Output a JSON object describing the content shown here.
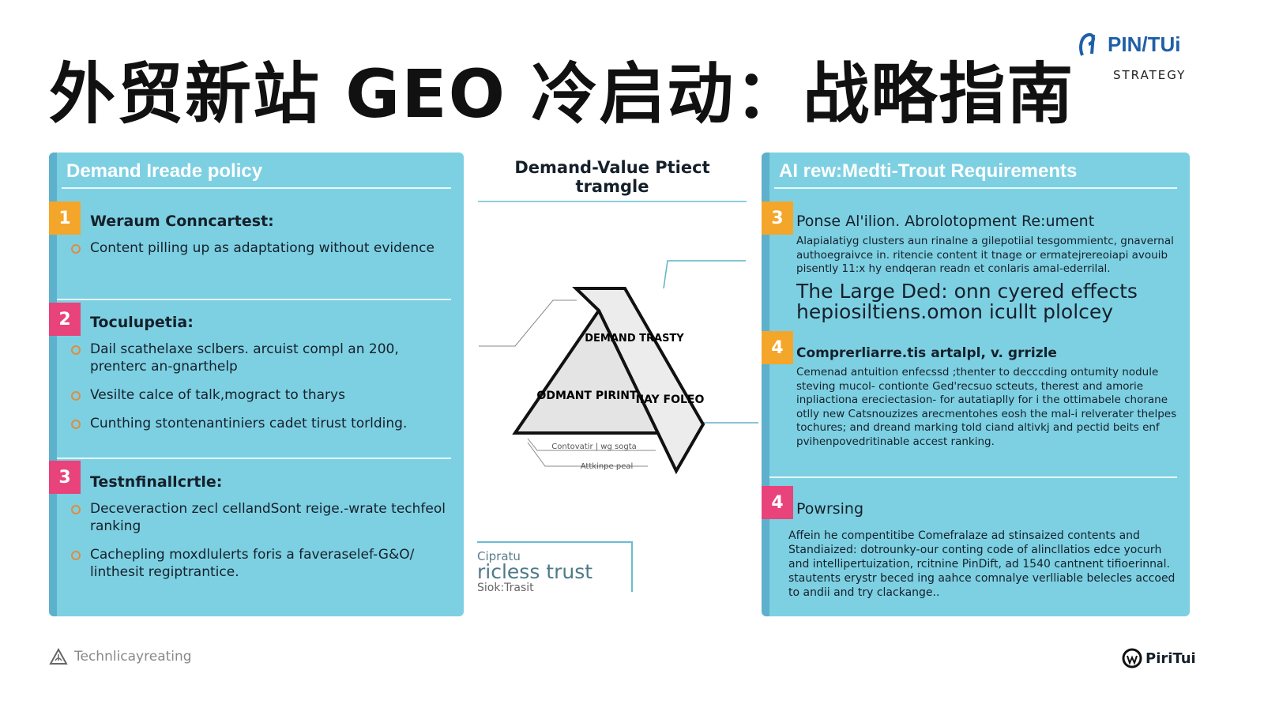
{
  "title": "外贸新站 GEO 冷启动：战略指南",
  "logo": {
    "name": "PIN/TUi",
    "sub": "STRATEGY"
  },
  "colors": {
    "panel": "#7dd0e2",
    "panel_stripe": "#5eb1cc",
    "badge_orange": "#f4a62a",
    "badge_pink": "#e8437a",
    "logo_blue": "#1f5fa8"
  },
  "left_panel": {
    "title": "Demand Ireade policy",
    "sections": [
      {
        "num": "1",
        "title": "Weraum Conncartest:",
        "items": [
          "Content pilling up as adaptationg without evidence"
        ]
      },
      {
        "num": "2",
        "title": "Toculupetia:",
        "items": [
          "Dail scathelaxe sclbers. arcuist compl an 200, prenterc an-gnarthelp",
          "Vesilte calce of talk,mogract to tharys",
          "Cunthing stontenantiniers cadet tirust torlding."
        ]
      },
      {
        "num": "3",
        "title": "Testnfinallcrtle:",
        "items": [
          "Deceveraction zecl cellandSont reige.-wrate techfeol ranking",
          "Cachepling moxdlulerts foris a faveraselef-G&O/ linthesit regiptrantice."
        ]
      }
    ]
  },
  "center": {
    "title": "Demand-Value Ptiect tramgle",
    "triangle": {
      "top": "DEMAND TRASTY",
      "left": "ODMANT PIRINT",
      "right": "IIAY FOLEO",
      "bottom1": "Contovatir | wg sogta",
      "bottom2": "Attkinpe peal"
    },
    "trust": {
      "a": "Cipratu",
      "b": "ricless trust",
      "c": "Siok:Trasit"
    }
  },
  "right_panel": {
    "title": "AI rew:Medti-Trout Requirements",
    "sections": [
      {
        "num": "3",
        "title": "Ponse Al'ilion. Abrolotopment Re:ument",
        "body": "Alapialatiyg clusters aun rinalne a gilepotiial tesgommientc, gnavernal authoegraivce in. ritencie content it tnage or ermatejrereoiapi avouib pisently 11:x hy endqeran readn et conlaris amal-ederrilal.",
        "big": "The Large Ded: onn cyered effects hepiosiltiens.omon icullt plolcey"
      },
      {
        "num": "4",
        "title": "Comprerliarre.tis artalpl, v. grrizle",
        "body": "Cemenad antuition enfecssd ;thenter to decccding ontumity nodule steving mucol- contionte Ged'recsuo scteuts, therest and amorie inpliactiona ereciectasion- for autatiaplly for i the ottimabele chorane otlly new Catsnouzizes arecmentohes eosh the mal-i relverater thelpes tochures; and dreand marking told ciand altivkj and pectid beits enf pvihenpovedritinable accest ranking."
      },
      {
        "num": "4",
        "title": "Powrsing",
        "body": "Affein he compentitibe Comefralaze ad stinsaized contents and Standiaized: dotrounky-our conting code of alincllatios edce yocurh and intellipertuization, rcitnine PinDift, ad 1540 cantnent tifioerinnal. stautents erystr beced ing aahce comnalye verlliable belecles accoed to andii and try clackange.."
      }
    ]
  },
  "footer": {
    "left": "Technlicayreating",
    "right": "PiriTui",
    "left_icon": "warning-triangle-icon",
    "right_icon": "pintui-logo-icon"
  }
}
